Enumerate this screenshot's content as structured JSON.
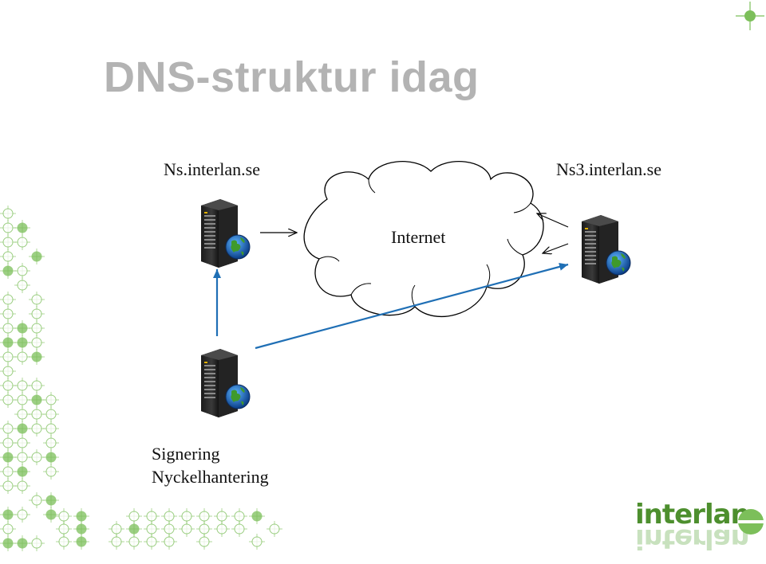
{
  "title": "DNS-struktur idag",
  "nodes": {
    "primary": "Ns.interlan.se",
    "secondary": "Ns3.interlan.se",
    "cloud": "Internet",
    "signer_line1": "Signering",
    "signer_line2": "Nyckelhantering"
  },
  "logo": {
    "text": "interlan"
  },
  "colors": {
    "title": "#b3b3b3",
    "blue_arrow": "#1f6fb5",
    "black_arrow": "#000000",
    "decor_green": "#7cbf5a",
    "brand_green": "#4d8f2e"
  },
  "icons": [
    "server-globe-icon",
    "cloud-icon",
    "arrow-icon",
    "crosshair-icon"
  ]
}
